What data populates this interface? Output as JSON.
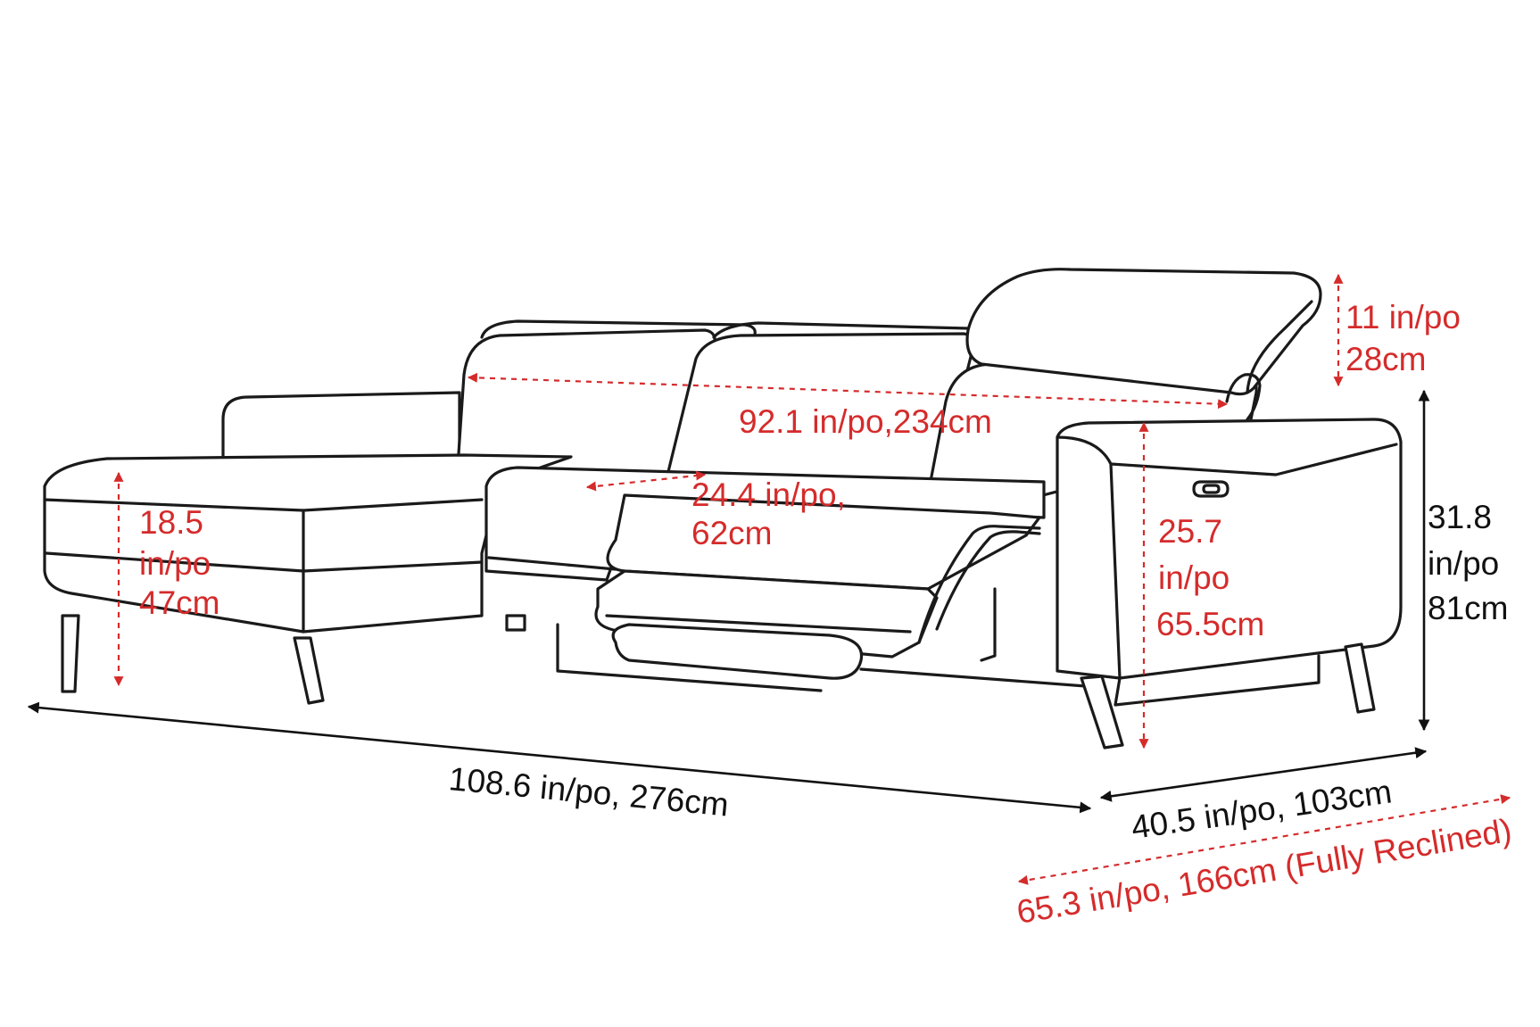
{
  "colors": {
    "outline": "#1a1a1a",
    "dimension_black": "#111111",
    "dimension_red": "#d52b2b",
    "background": "#ffffff"
  },
  "dimensions": {
    "headrest_height": {
      "line1": "11 in/po",
      "line2": "28cm"
    },
    "back_width": {
      "text": "92.1 in/po,234cm"
    },
    "seat_depth": {
      "line1": "24.4 in/po,",
      "line2": "62cm"
    },
    "seat_height": {
      "line1": "18.5",
      "line2": "in/po",
      "line3": "47cm"
    },
    "arm_height": {
      "line1": "25.7",
      "line2": "in/po",
      "line3": "65.5cm"
    },
    "total_height": {
      "line1": "31.8",
      "line2": "in/po",
      "line3": "81cm"
    },
    "total_width": {
      "text": "108.6 in/po, 276cm"
    },
    "total_depth": {
      "text": "40.5 in/po, 103cm"
    },
    "reclined_depth": {
      "text": "65.3 in/po, 166cm (Fully Reclined)"
    }
  }
}
